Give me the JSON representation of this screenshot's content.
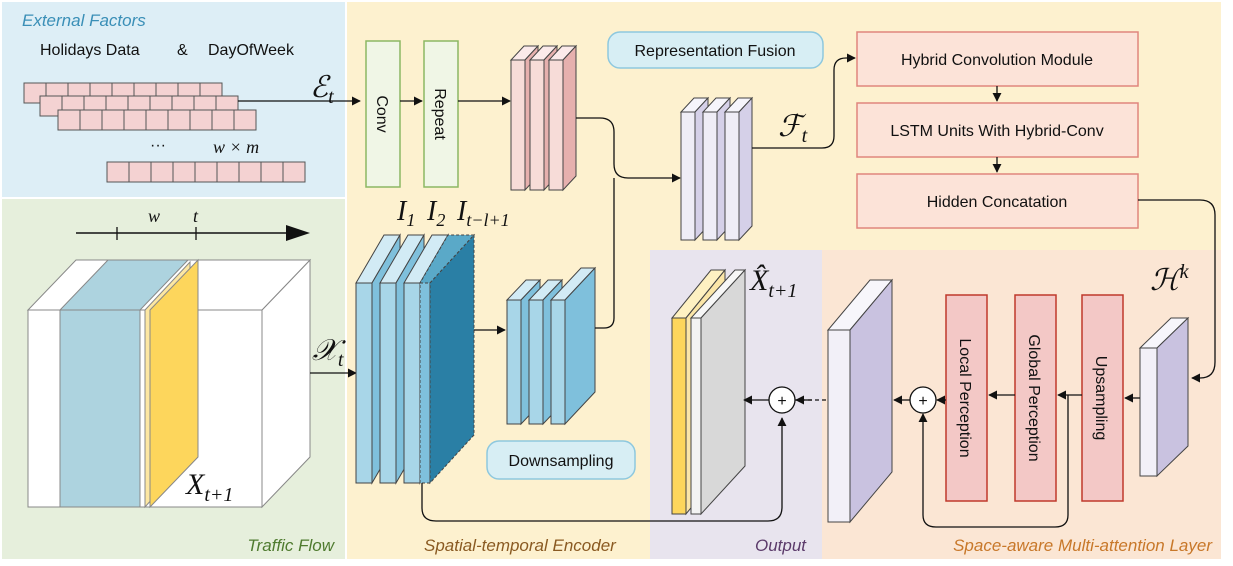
{
  "regions": {
    "external": "External Factors",
    "traffic": "Traffic Flow",
    "encoder": "Spatial-temporal Encoder",
    "output": "Output",
    "attention": "Space-aware Multi-attention Layer"
  },
  "external_inputs": {
    "holidays": "Holidays Data",
    "amp": "&",
    "dayofweek": "DayOfWeek",
    "ellipsis": "···",
    "wm": "w × m"
  },
  "modules": {
    "conv": "Conv",
    "repeat": "Repeat",
    "fusion": "Representation Fusion",
    "downsampling": "Downsampling",
    "hybrid_conv": "Hybrid Convolution Module",
    "lstm": "LSTM Units With Hybrid-Conv",
    "hidden": "Hidden Concatation",
    "local": "Local Perception",
    "global": "Global Perception",
    "upsampling": "Upsampling"
  },
  "symbols": {
    "E_base": "ℰ",
    "E_sub": "t",
    "F_base": "ℱ",
    "F_sub": "t",
    "X_base": "𝒳",
    "X_sub": "t",
    "H_base": "ℋ",
    "H_sup": "k",
    "Xhat_base": "X̂",
    "Xhat_sub": "t+1",
    "Xnext_base": "X",
    "Xnext_sub": "t+1",
    "I1_base": "I",
    "I1_sub": "1",
    "I2_base": "I",
    "I2_sub": "2",
    "Il_base": "I",
    "Il_sub": "t−l+1",
    "w": "w",
    "t": "t",
    "plus": "+"
  },
  "colors": {
    "external_bg": "#ddeef6",
    "traffic_bg": "#e6efdc",
    "encoder_bg": "#fdf1cf",
    "output_bg": "#e8e4ee",
    "attention_bg": "#fbe6d4",
    "external_label": "#3a8fb7",
    "traffic_label": "#4f7b2f",
    "encoder_label": "#8a5a22",
    "output_label": "#5b3a6a",
    "attention_label": "#c8782a"
  }
}
